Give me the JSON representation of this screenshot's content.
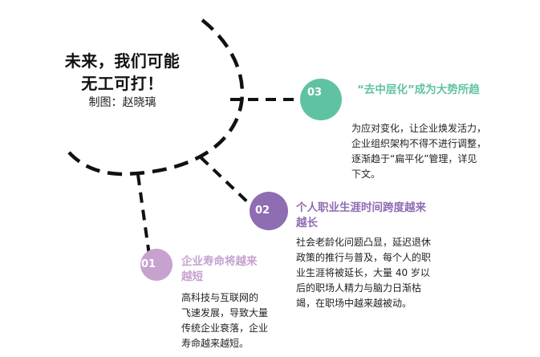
{
  "title": {
    "line1": "未来，我们可能",
    "line2": "无工可打！",
    "credit": "制图：赵晓璃"
  },
  "points": [
    {
      "number": "01",
      "heading_lines": [
        "企业寿命将越来",
        "越短"
      ],
      "body_lines": [
        "高科技与互联网的",
        "飞速发展，导致大量",
        "传统企业衰落，企业",
        "寿命越来越短。"
      ],
      "color": "#c7a2cf"
    },
    {
      "number": "02",
      "heading_lines": [
        "个人职业生涯时间跨度越来",
        "越长"
      ],
      "body_lines": [
        "社会老龄化问题凸显，延迟退休",
        "政策的推行与普及，每个人的职",
        "业生涯将被延长，大量 40 岁以",
        "后的职场人精力与脑力日渐枯",
        "竭，在职场中越来越被动。"
      ],
      "color": "#8e6db3"
    },
    {
      "number": "03",
      "heading_lines": [
        "“去中层化”成为大势所趋"
      ],
      "body_lines": [
        "为应对变化，让企业焕发活力，",
        "企业组织架构不得不进行调整，",
        "逐渐趋于“扁平化”管理，详见",
        "下文。"
      ],
      "color": "#5fc3a3"
    }
  ]
}
